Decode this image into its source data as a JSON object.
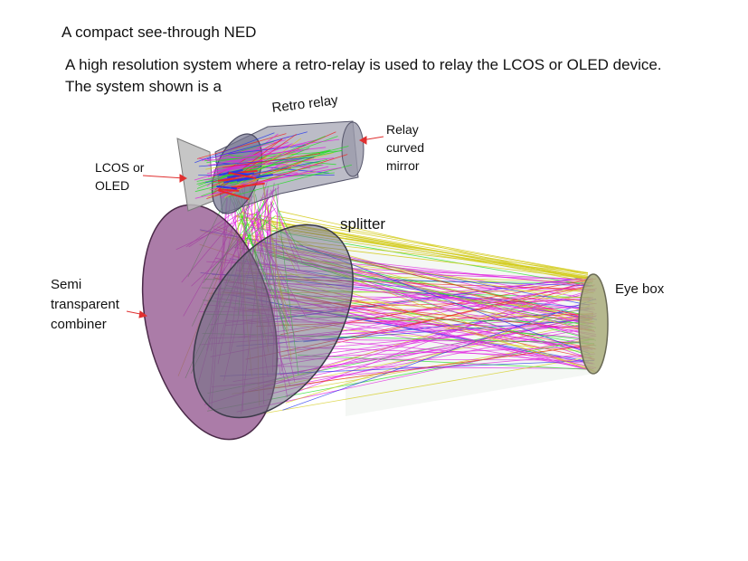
{
  "title": "A compact see-through NED",
  "description": {
    "line1": "A high resolution system where  a retro-relay is used to relay the LCOS or OLED device.",
    "line2": "The system shown is a"
  },
  "labels": {
    "retro_relay": "Retro relay",
    "relay_mirror": [
      "Relay",
      "curved",
      "mirror"
    ],
    "lcos": [
      "LCOS or",
      "OLED"
    ],
    "splitter": "splitter",
    "combiner": [
      "Semi",
      "transparent",
      "combiner"
    ],
    "eye_box": "Eye box"
  },
  "colors": {
    "ray_yellow": "#d4cc1e",
    "ray_magenta": "#e020e0",
    "ray_green": "#22dd22",
    "ray_blue": "#2233ee",
    "ray_red": "#ee2222",
    "combiner_fill": "#8a4a86",
    "splitter_fill": "#6f6f82",
    "arrow": "#e03030"
  }
}
